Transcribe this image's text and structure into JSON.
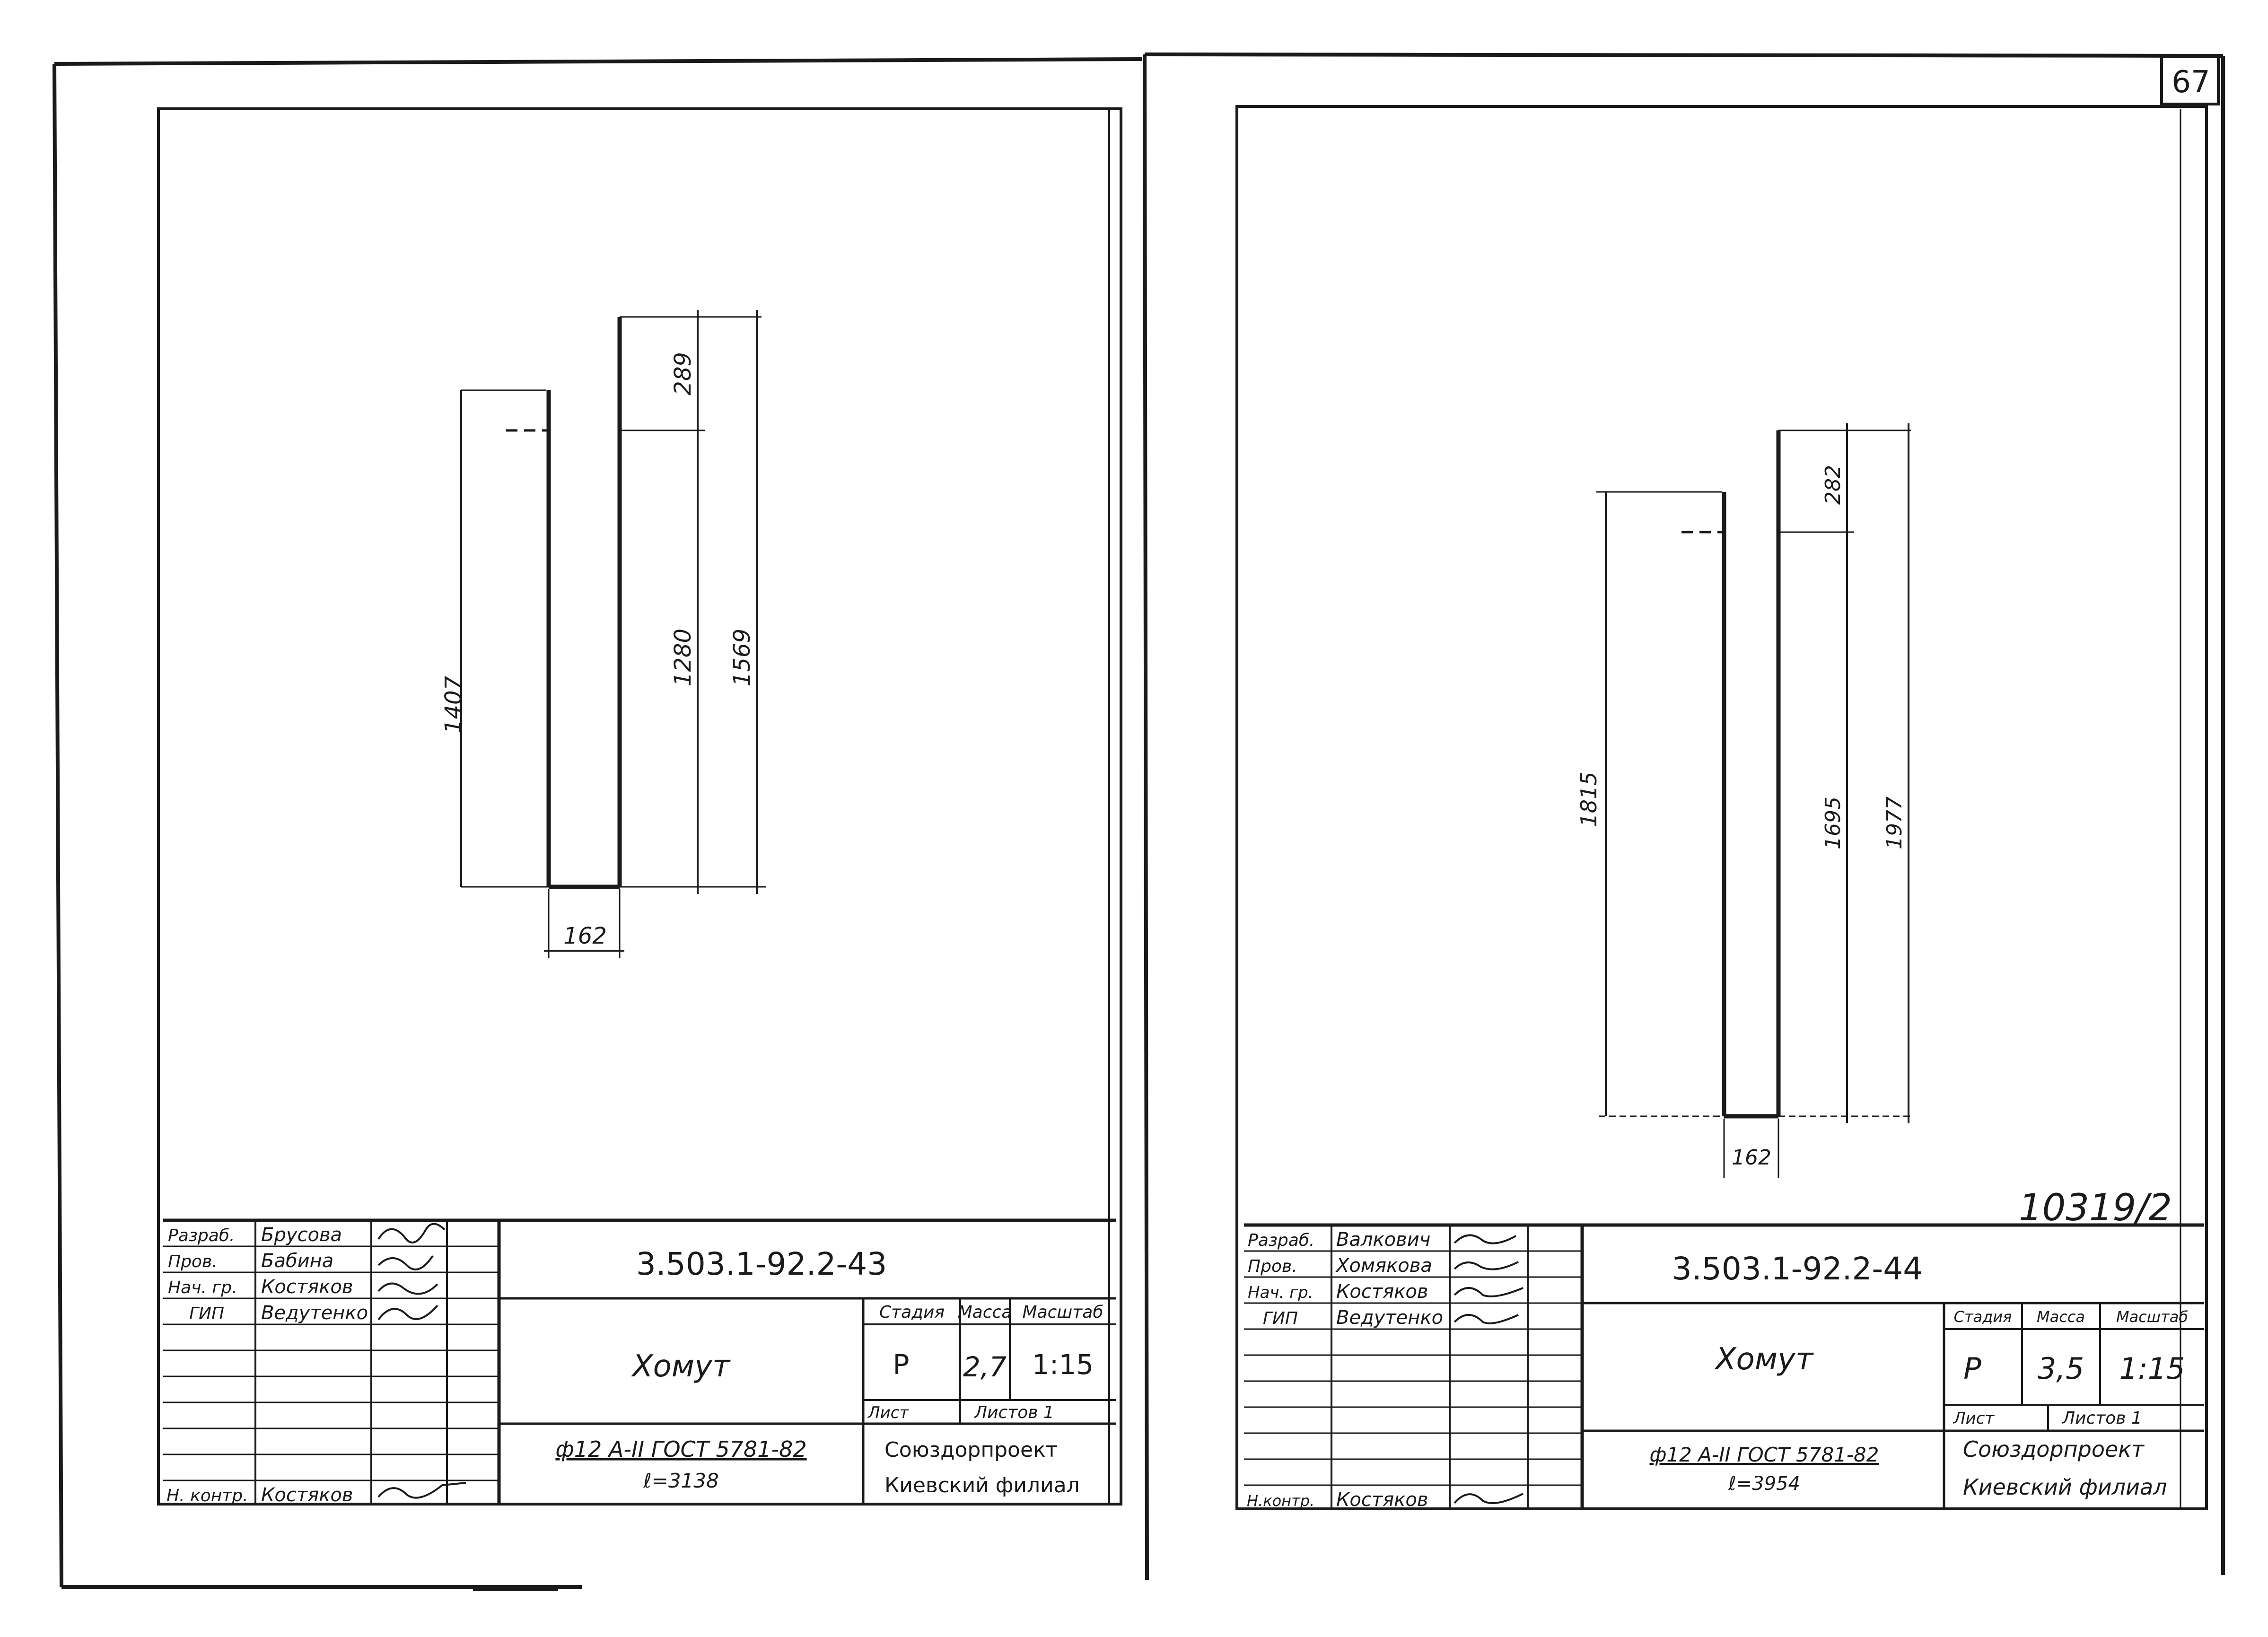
{
  "page_number": "67",
  "archive_number": "10319/2",
  "sheets": [
    {
      "dimensions": {
        "total_height": "1569",
        "hook": "289",
        "straight": "1280",
        "left_side": "1407",
        "width": "162"
      },
      "designation": "3.503.1-92.2-43",
      "title": "Хомут",
      "stage_header": "Стадия",
      "mass_header": "Масса",
      "scale_header": "Масштаб",
      "stage": "Р",
      "mass": "2,7",
      "scale": "1:15",
      "sheet_label": "Лист",
      "sheets_label": "Листов 1",
      "material": "ф12 А-II  ГОСТ 5781-82",
      "length": "ℓ=3138",
      "org_line1": "Союздорпроект",
      "org_line2": "Киевский филиал",
      "signatures": [
        {
          "role": "Разраб.",
          "name": "Брусова"
        },
        {
          "role": "Пров.",
          "name": "Бабина"
        },
        {
          "role": "Нач. гр.",
          "name": "Костяков"
        },
        {
          "role": "ГИП",
          "name": "Ведутенко"
        },
        {
          "role": "Н. контр.",
          "name": "Костяков"
        }
      ]
    },
    {
      "dimensions": {
        "total_height": "1977",
        "hook": "282",
        "straight": "1695",
        "left_side": "1815",
        "width": "162"
      },
      "designation": "3.503.1-92.2-44",
      "title": "Хомут",
      "stage_header": "Стадия",
      "mass_header": "Масса",
      "scale_header": "Масштаб",
      "stage": "Р",
      "mass": "3,5",
      "scale": "1:15",
      "sheet_label": "Лист",
      "sheets_label": "Листов 1",
      "material": "ф12 А-II ГОСТ 5781-82",
      "length": "ℓ=3954",
      "org_line1": "Союздорпроект",
      "org_line2": "Киевский филиал",
      "signatures": [
        {
          "role": "Разраб.",
          "name": "Валкович"
        },
        {
          "role": "Пров.",
          "name": "Хомякова"
        },
        {
          "role": "Нач. гр.",
          "name": "Костяков"
        },
        {
          "role": "ГИП",
          "name": "Ведутенко"
        },
        {
          "role": "Н.контр.",
          "name": "Костяков"
        }
      ]
    }
  ]
}
